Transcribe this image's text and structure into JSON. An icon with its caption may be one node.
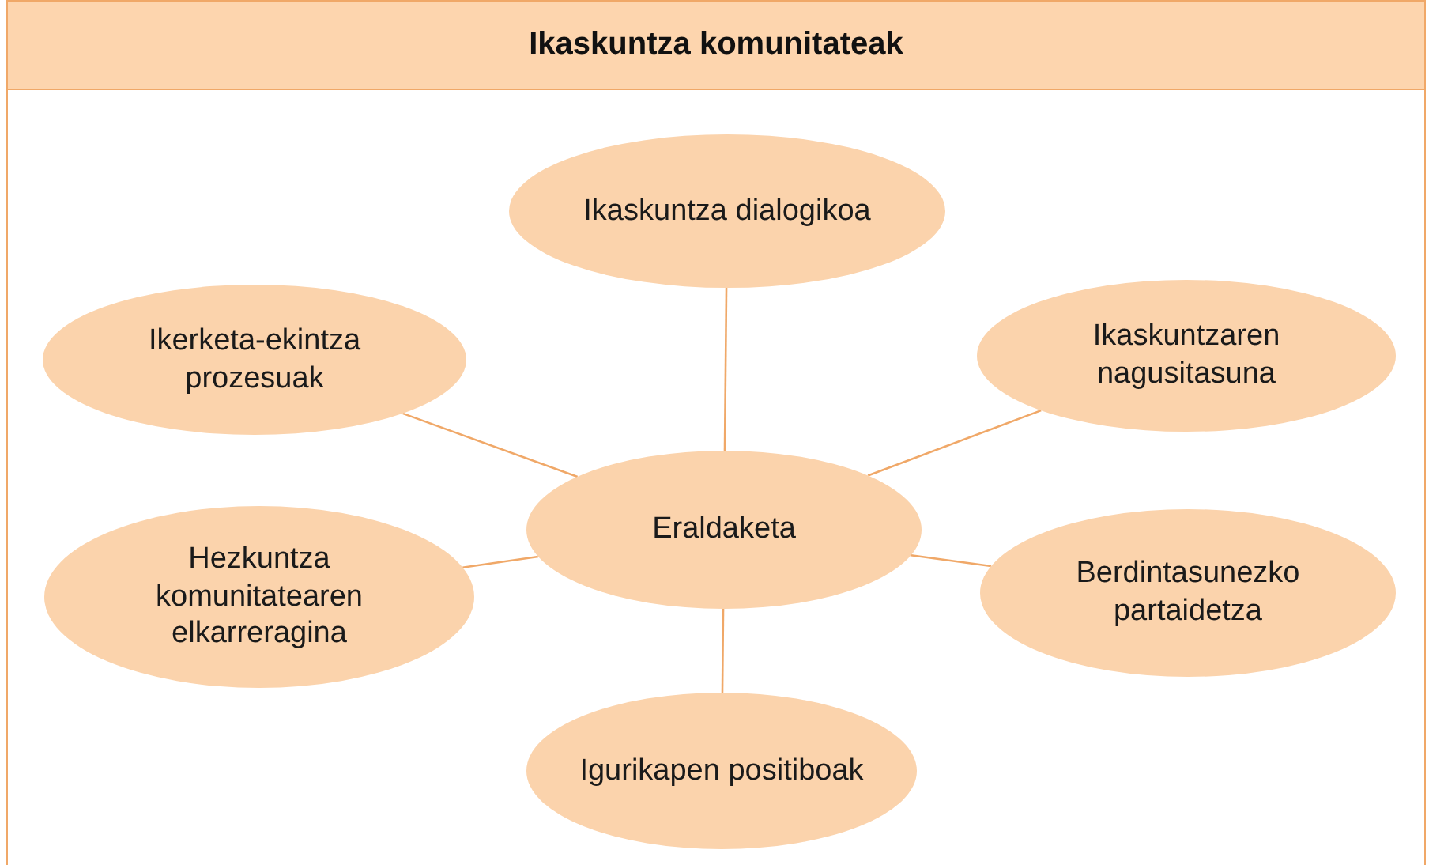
{
  "diagram": {
    "title": "Ikaskuntza komunitateak",
    "nodes": [
      {
        "text": [
          "Ikaskuntza dialogikoa"
        ]
      },
      {
        "text": [
          "Ikerketa-ekintza prozesuak"
        ]
      },
      {
        "text": [
          "Ikaskuntzaren nagusitasuna"
        ]
      },
      {
        "text": [
          "Eraldaketa"
        ]
      },
      {
        "text": [
          "Hezkuntza komunitatearen elkarreragina"
        ]
      },
      {
        "text": [
          "Berdintasunezko partaidetza"
        ]
      },
      {
        "text": [
          "Igurikapen positiboak"
        ]
      }
    ],
    "edges": [
      {
        "from": 3,
        "to": 0,
        "arrow": "none"
      },
      {
        "from": 3,
        "to": 1,
        "arrow": "none"
      },
      {
        "from": 3,
        "to": 2,
        "arrow": "none"
      },
      {
        "from": 3,
        "to": 4,
        "arrow": "none"
      },
      {
        "from": 3,
        "to": 5,
        "arrow": "none"
      },
      {
        "from": 3,
        "to": 6,
        "arrow": "none"
      }
    ]
  }
}
